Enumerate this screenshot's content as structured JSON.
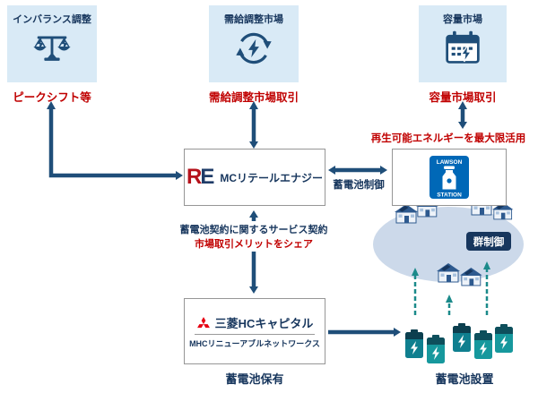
{
  "header_boxes": [
    {
      "title": "インバランス調整",
      "icon": "balance-scale-bolt-icon",
      "action": "ピークシフト等"
    },
    {
      "title": "需給調整市場",
      "icon": "cycle-bolt-icon",
      "action": "需給調整市場取引"
    },
    {
      "title": "容量市場",
      "icon": "calendar-bolt-icon",
      "action": "容量市場取引"
    }
  ],
  "mc_retail": {
    "logo_r": "R",
    "logo_e": "E",
    "name": "MCリテールエナジー"
  },
  "lawson": {
    "top": "LAWSON",
    "bottom": "STATION"
  },
  "mhc": {
    "company": "三菱HCキャピタル",
    "subsidiary": "MHCリニューアブルネットワークス"
  },
  "labels": {
    "battery_control": "蓄電池制御",
    "renewable_max": "再生可能エネルギーを最大限活用",
    "group_control": "群制御",
    "service_contract": "蓄電池契約に関するサービス契約",
    "market_share": "市場取引メリットをシェア",
    "battery_own": "蓄電池保有",
    "battery_install": "蓄電池設置"
  },
  "colors": {
    "box_blue": "#d9eaf6",
    "navy_text": "#17365d",
    "arrow_navy": "#1f4e79",
    "red": "#c00000",
    "teal": "#1b8a8a",
    "lawson_blue": "#0068b7",
    "mitsubishi_red": "#e60012"
  }
}
